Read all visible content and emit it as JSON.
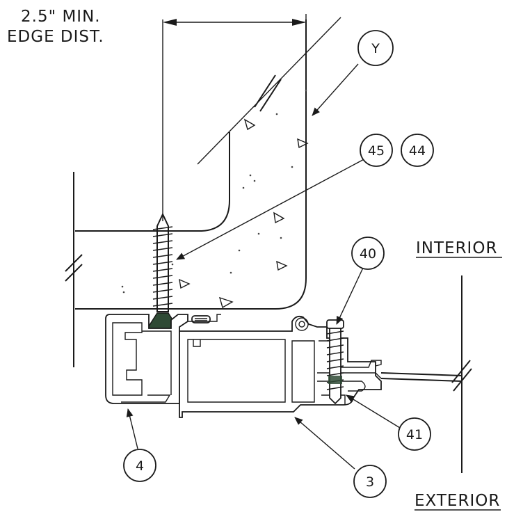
{
  "dimension": {
    "line1": "2.5\" MIN.",
    "line2": "EDGE DIST."
  },
  "side_labels": {
    "interior": "INTERIOR",
    "exterior": "EXTERIOR"
  },
  "callouts": {
    "y": "Y",
    "c45": "45",
    "c44": "44",
    "c40": "40",
    "c41": "41",
    "c4": "4",
    "c3": "3"
  },
  "colors": {
    "line": "#1a1a1a",
    "screw_head": "#2f4a35"
  }
}
